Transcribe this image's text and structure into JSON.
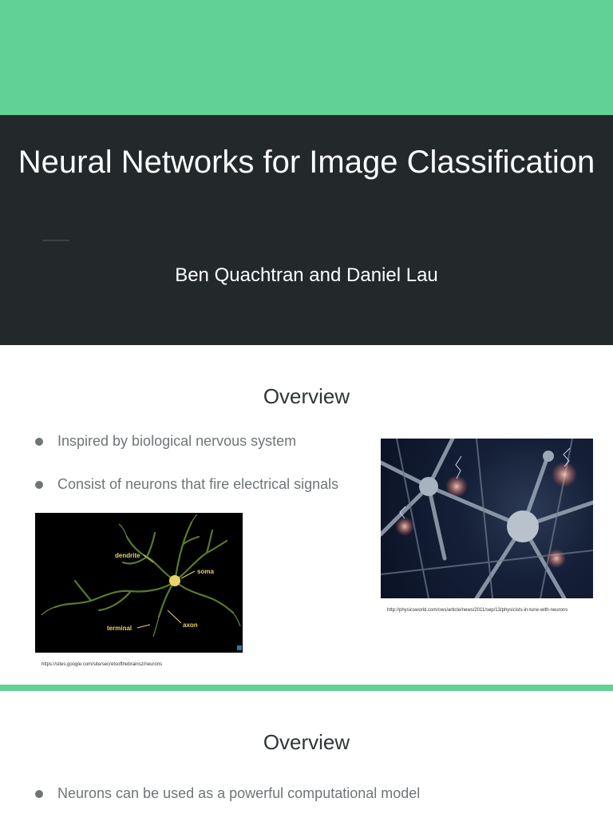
{
  "slide1": {
    "title": "Neural Networks for Image Classification",
    "subtitle": "Ben Quachtran and Daniel Lau"
  },
  "slide2": {
    "heading": "Overview",
    "bullets": [
      "Inspired by biological nervous system",
      "Consist of neurons that fire electrical signals"
    ],
    "neuron_labels": {
      "dendrite": "dendrite",
      "soma": "soma",
      "axon": "axon",
      "terminal": "terminal"
    },
    "caption_left": "https://sites.google.com/site/secretsofthebrainsz/neurons",
    "caption_right": "http://physicsworld.com/cws/article/news/2011/sep/13/physicists-in-tune-with-neurons"
  },
  "slide3": {
    "heading": "Overview",
    "bullets": [
      "Neurons can be used as a powerful computational model"
    ]
  },
  "colors": {
    "accent_green": "#62d196",
    "dark_bg": "#23292b",
    "neuron_yellow": "#e8d36a",
    "dendrite_green": "#5a7a2a"
  }
}
